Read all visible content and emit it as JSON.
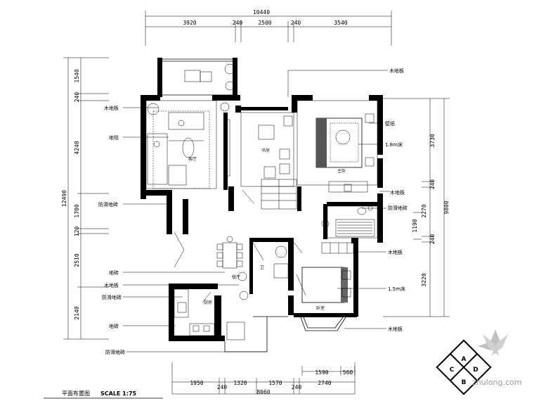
{
  "dimensions": {
    "top_total": "10440",
    "top_segments": [
      "3920",
      "240",
      "2500",
      "240",
      "3540"
    ],
    "left_total": "12490",
    "left_segments": [
      "1540",
      "240",
      "4240",
      "1700",
      "120",
      "2510",
      "2140"
    ],
    "right_total": "9800",
    "right_segments": [
      "3730",
      "240",
      "2270",
      "1190",
      "240",
      "3220"
    ],
    "bottom_total": "8060",
    "bottom_segments": [
      "1950",
      "240",
      "1320",
      "1570",
      "240",
      "2740"
    ],
    "bottom_upper": [
      "1590",
      "560"
    ]
  },
  "annotations": {
    "left": [
      "木地板",
      "地毯",
      "防滑地砖",
      "地砖",
      "木地板",
      "防滑地砖",
      "地砖",
      "防滑地砖"
    ],
    "right": [
      "木地板",
      "壁纸",
      "1.8m床",
      "木地板",
      "防滑地砖",
      "木地板",
      "1.5m床",
      "木地板"
    ]
  },
  "rooms": [
    "客厅",
    "书房",
    "主卧",
    "餐厅",
    "厨房",
    "卫",
    "卧室"
  ],
  "title": "平面布置图",
  "scale": "SCALE 1:75",
  "logo": {
    "letters": [
      "A",
      "B",
      "C",
      "D"
    ]
  },
  "watermark": "zhulong.com"
}
